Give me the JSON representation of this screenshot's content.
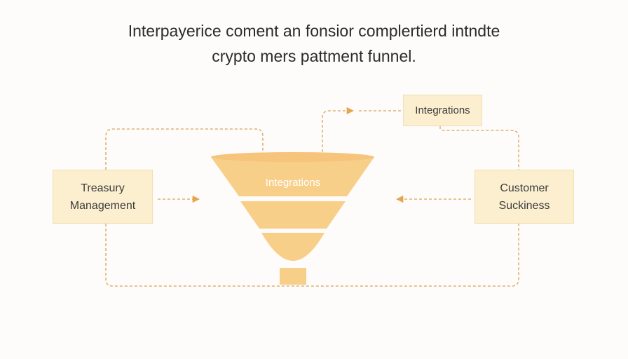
{
  "title": {
    "line1": "Interpayerice coment an fonsior complertierd intndte",
    "line2": "crypto mers pattment funnel."
  },
  "boxes": {
    "treasury": {
      "line1": "Treasury",
      "line2": "Management"
    },
    "customer": {
      "line1": "Customer",
      "line2": "Suckiness"
    },
    "integrations": "Integrations"
  },
  "funnel": {
    "label": "Integrations"
  },
  "colors": {
    "funnel": "#f8cf88",
    "funnel_top": "#f6c47a",
    "box_fill": "#fcefd0",
    "connector": "#d9a35a",
    "background": "#fdfcfa"
  }
}
